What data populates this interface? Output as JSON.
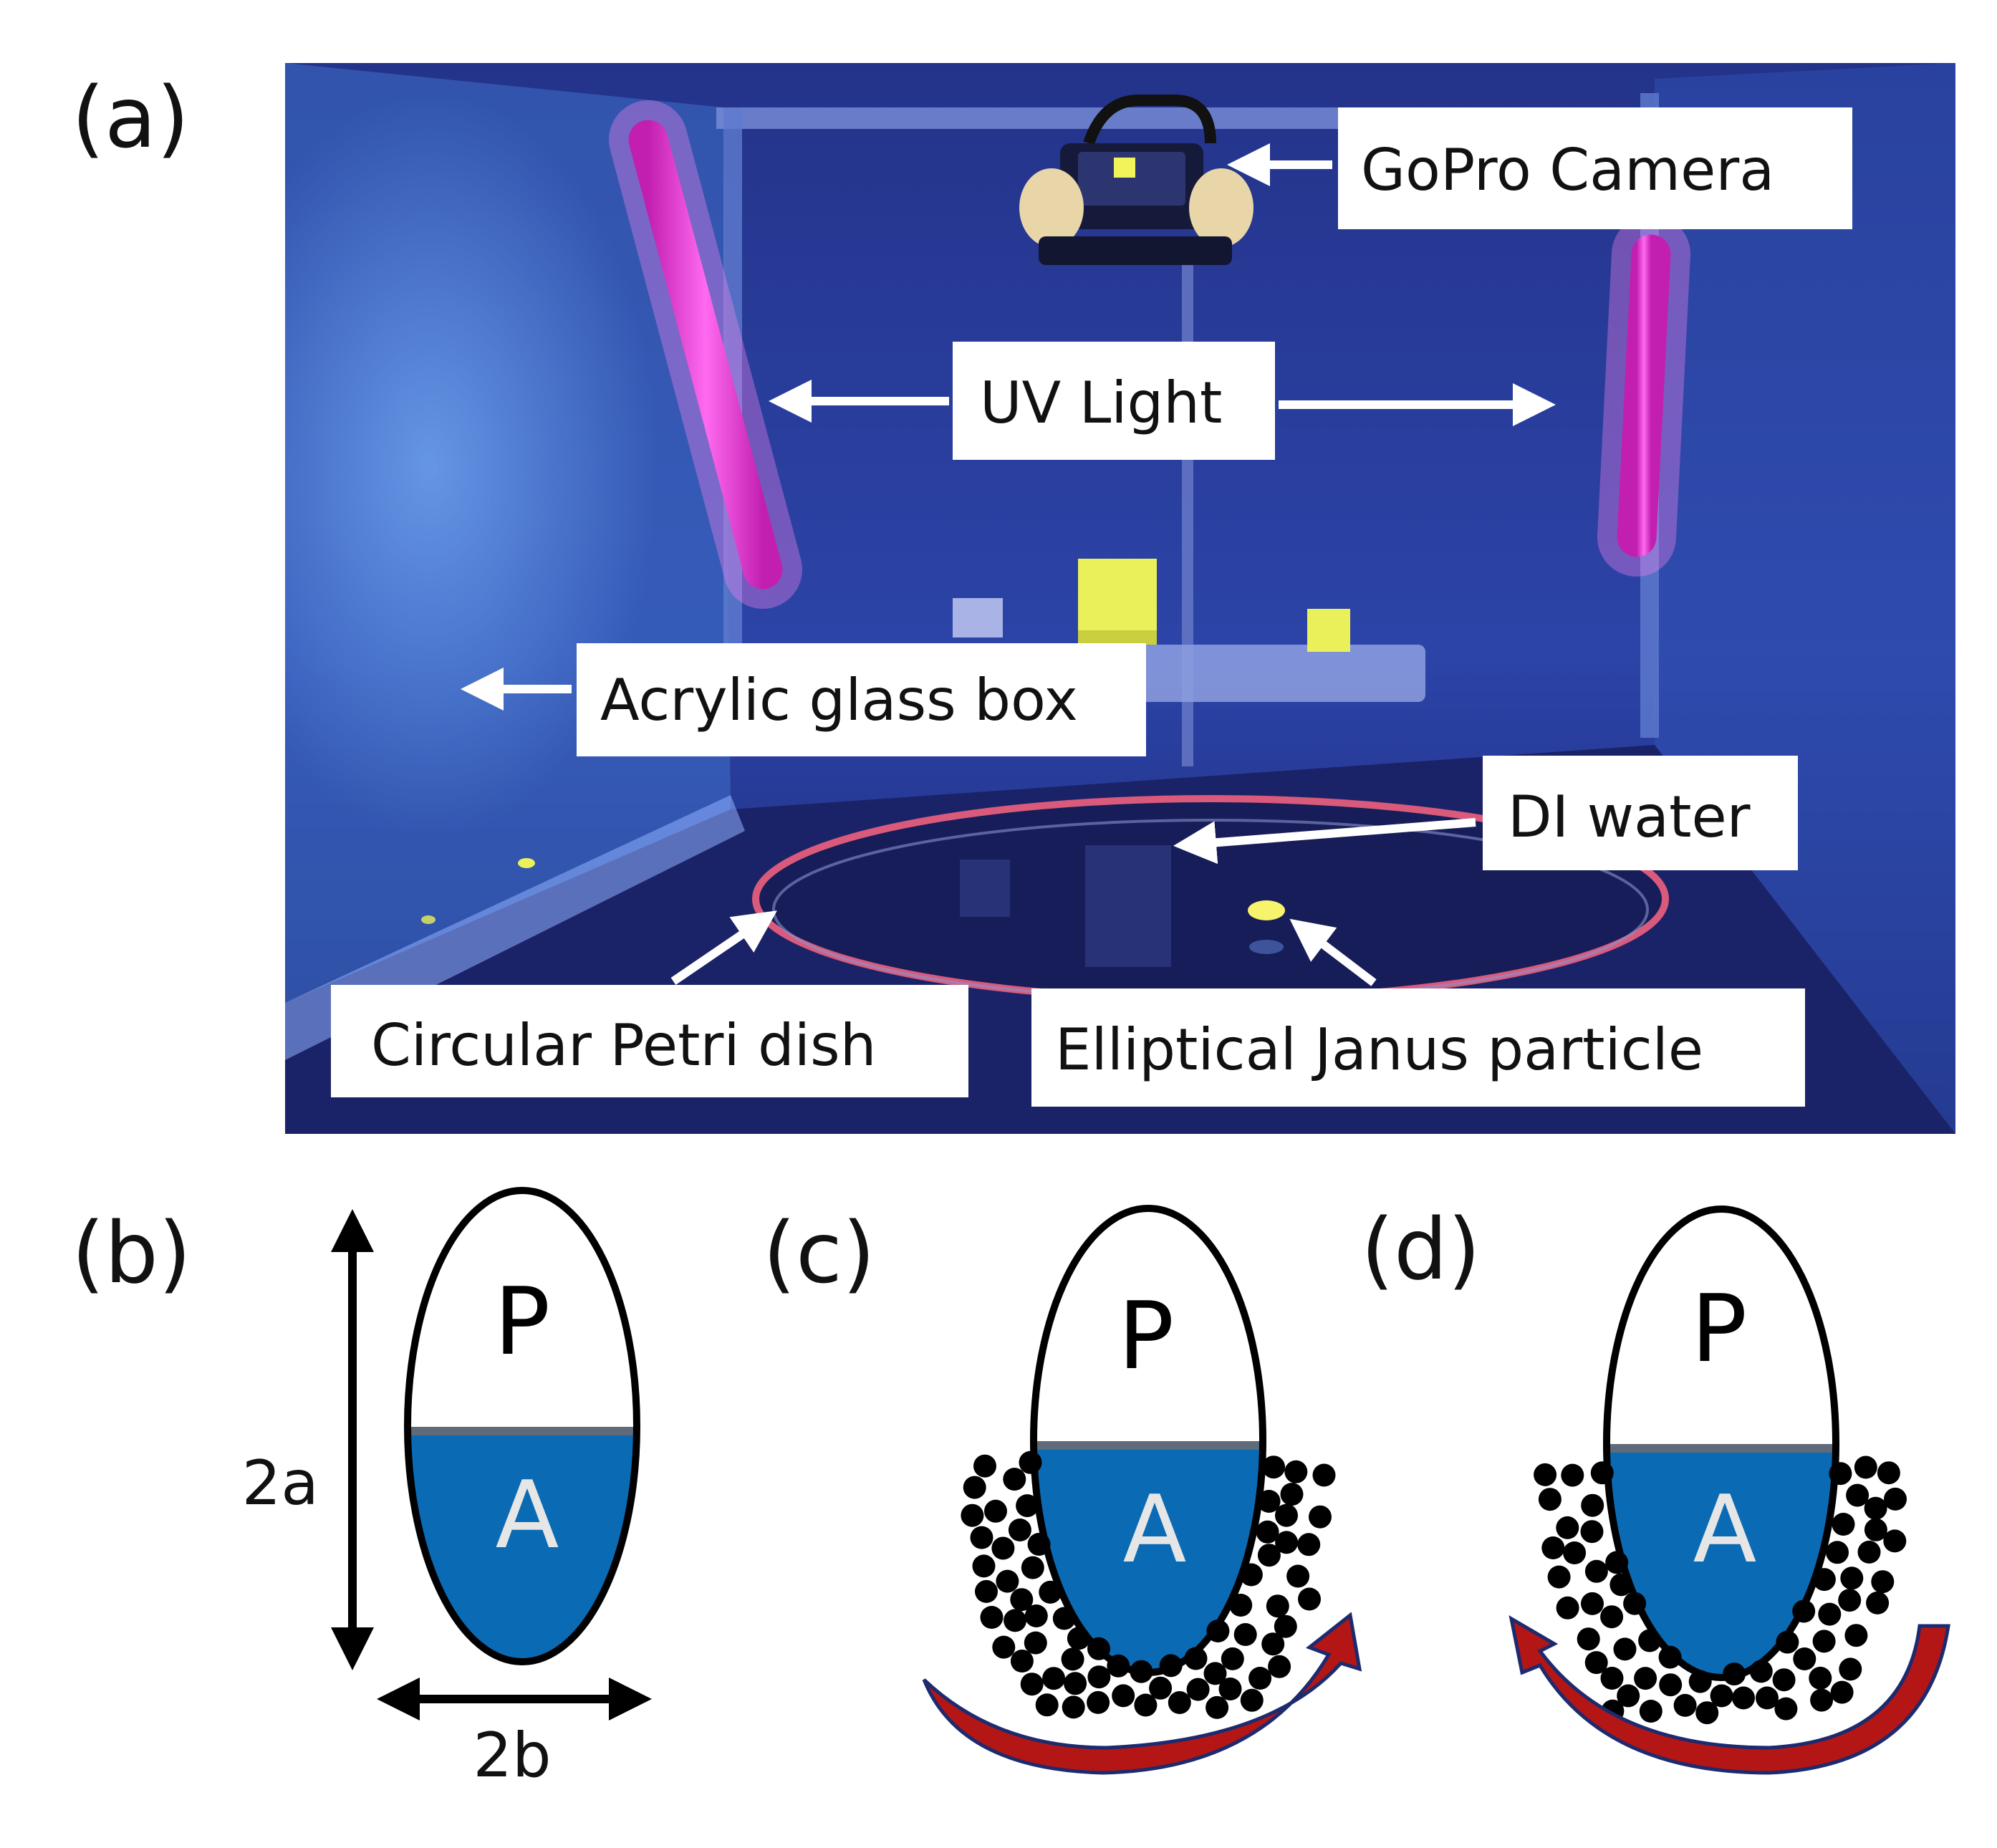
{
  "panels": {
    "a": "(a)",
    "b": "(b)",
    "c": "(c)",
    "d": "(d)"
  },
  "photo": {
    "callouts": {
      "gopro": "GoPro Camera",
      "uv": "UV Light",
      "acrylic": "Acrylic glass box",
      "water": "DI water",
      "petri": "Circular Petri dish",
      "particle": "Elliptical Janus particle"
    }
  },
  "particle": {
    "passive_label": "P",
    "active_label": "A",
    "major_axis_label": "2a",
    "minor_axis_label": "2b"
  },
  "colors": {
    "active_face": "#0a6bb4",
    "rotation_arrow": "#b41616",
    "tracer_particles": "#000000"
  },
  "icons": {
    "rotation_c": "counterclockwise-arrow-icon",
    "rotation_d": "clockwise-arrow-icon"
  }
}
